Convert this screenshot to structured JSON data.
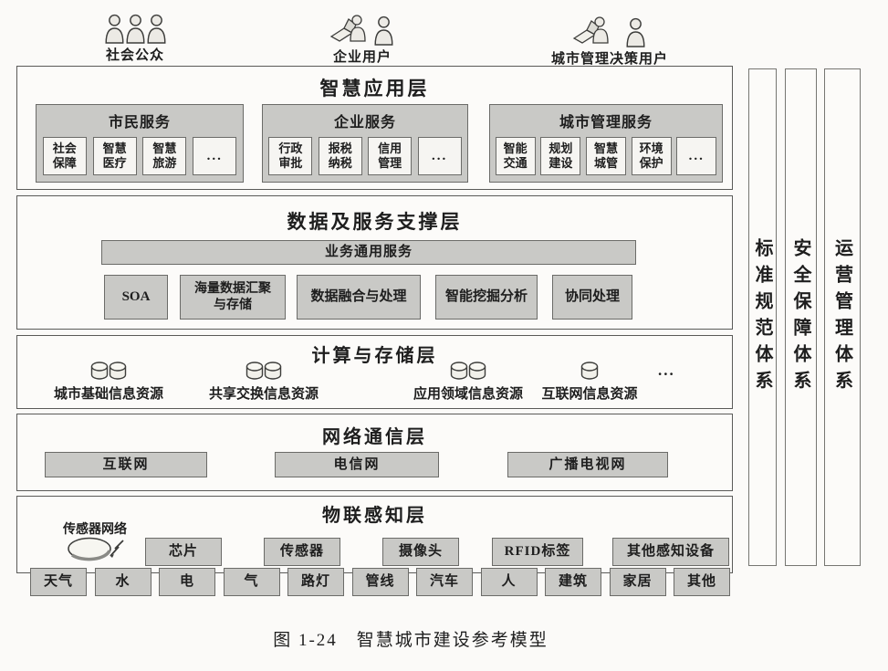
{
  "users": [
    {
      "label": "社会公众"
    },
    {
      "label": "企业用户"
    },
    {
      "label": "城市管理决策用户"
    }
  ],
  "app_layer": {
    "title": "智慧应用层",
    "panels": [
      {
        "title": "市民服务",
        "items": [
          "社会保障",
          "智慧医疗",
          "智慧旅游",
          "..."
        ]
      },
      {
        "title": "企业服务",
        "items": [
          "行政审批",
          "报税纳税",
          "信用管理",
          "..."
        ]
      },
      {
        "title": "城市管理服务",
        "items": [
          "智能交通",
          "规划建设",
          "智慧城管",
          "环境保护",
          "..."
        ]
      }
    ]
  },
  "data_layer": {
    "title": "数据及服务支撑层",
    "bar": "业务通用服务",
    "items": [
      "SOA",
      "海量数据汇聚与存储",
      "数据融合与处理",
      "智能挖掘分析",
      "协同处理"
    ]
  },
  "compute_layer": {
    "title": "计算与存储层",
    "resources": [
      {
        "label": "城市基础信息资源"
      },
      {
        "label": "共享交换信息资源"
      },
      {
        "label": "应用领域信息资源"
      },
      {
        "label": "互联网信息资源"
      }
    ],
    "more": "..."
  },
  "network_layer": {
    "title": "网络通信层",
    "items": [
      "互联网",
      "电信网",
      "广播电视网"
    ]
  },
  "perception_layer": {
    "title": "物联感知层",
    "sensor_label": "传感器网络",
    "items": [
      "芯片",
      "传感器",
      "摄像头",
      "RFID标签",
      "其他感知设备"
    ]
  },
  "objects": [
    "天气",
    "水",
    "电",
    "气",
    "路灯",
    "管线",
    "汽车",
    "人",
    "建筑",
    "家居",
    "其他"
  ],
  "pillars": [
    "标准规范体系",
    "安全保障体系",
    "运营管理体系"
  ],
  "caption": "图 1-24　智慧城市建设参考模型",
  "colors": {
    "panel_gray": "#c9c9c6",
    "line": "#5a5a58",
    "paper": "#fbfaf8"
  }
}
